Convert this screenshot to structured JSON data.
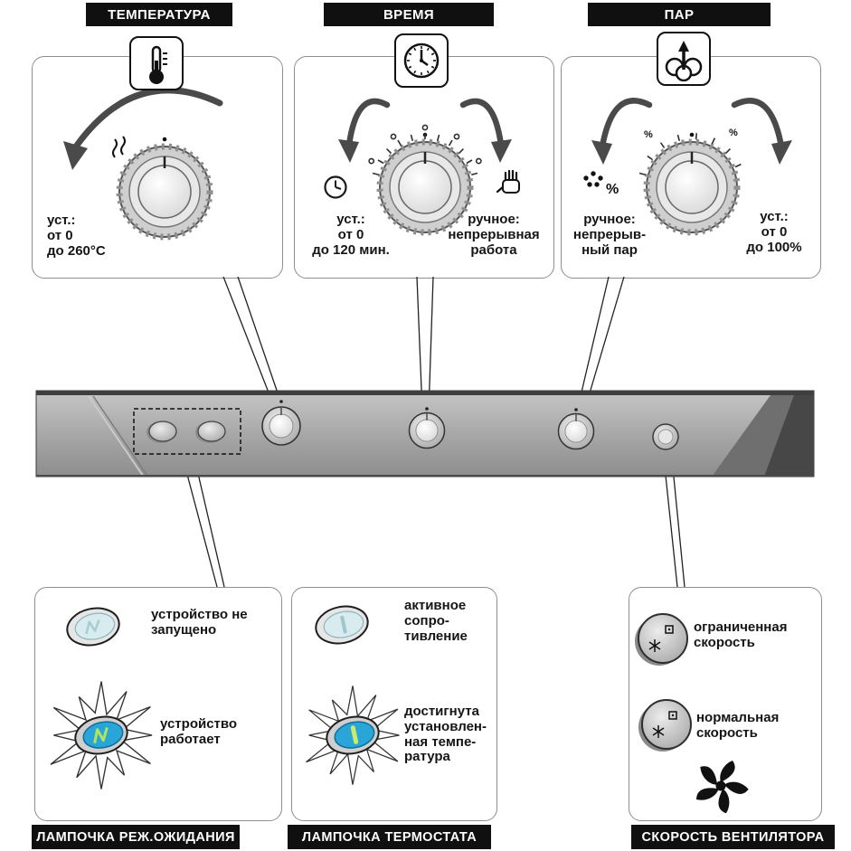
{
  "callouts": {
    "temperature": {
      "title": "ТЕМПЕРАТУРА",
      "set_range": "уст.:\nот 0\nдо 260°C"
    },
    "time": {
      "title": "ВРЕМЯ",
      "set_range": "уст.:\nот 0\nдо 120 мин.",
      "manual": "ручное:\nнепрерывная\nработа"
    },
    "steam": {
      "title": "ПАР",
      "manual": "ручное:\nнепрерыв-\nный пар",
      "set_range": "уст.:\nот 0\nдо 100%",
      "percent": "%"
    }
  },
  "legends": {
    "standby": {
      "title": "ЛАМПОЧКА РЕЖ.ОЖИДАНИЯ",
      "off": "устройство не\nзапущено",
      "on": "устройство\nработает"
    },
    "thermostat": {
      "title": "ЛАМПОЧКА ТЕРМОСТАТА",
      "off": "активное\nсопро-\nтивление",
      "on": "достигнута\nустановлен-\nная темпе-\nратура"
    },
    "fan": {
      "title": "СКОРОСТЬ ВЕНТИЛЯТОРА",
      "limited": "ограниченная\nскорость",
      "normal": "нормальная\nскорость"
    }
  },
  "icons": {
    "temperature": "thermometer-icon",
    "time": "clock-icon",
    "steam": "steam-icon",
    "time_left": "clock-small-icon",
    "time_right": "hand-icon",
    "steam_left": "droplets-percent-icon",
    "fan": "fan-icon"
  },
  "colors": {
    "bar": "#101010",
    "panel": "#a8a8a8",
    "lamp_on": "#2aa5d8",
    "lamp_glyph_on": "#b2e45f",
    "lamp_off_face": "#d8ecef"
  }
}
